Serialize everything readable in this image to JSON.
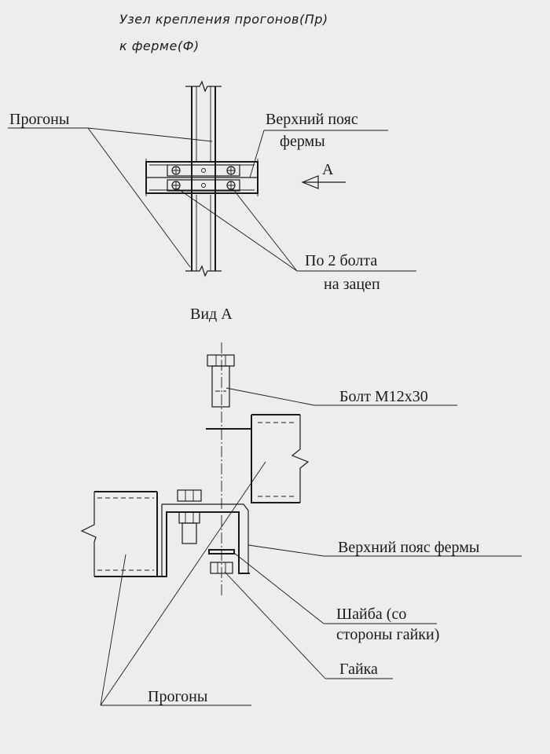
{
  "title": {
    "line1": "Узел крепления прогонов(Пр)",
    "line2": "к ферме(Ф)"
  },
  "plan_view": {
    "label_purlins": "Прогоны",
    "label_top_chord_1": "Верхний пояс",
    "label_top_chord_2": "фермы",
    "label_arrow": "А",
    "label_bolts_1": "По 2 болта",
    "label_bolts_2": "на зацеп"
  },
  "section_view": {
    "view_title": "Вид А",
    "label_bolt": "Болт М12х30",
    "label_top_chord": "Верхний пояс фермы",
    "label_washer_1": "Шайба (со",
    "label_washer_2": "стороны гайки)",
    "label_nut": "Гайка",
    "label_purlins": "Прогоны"
  }
}
